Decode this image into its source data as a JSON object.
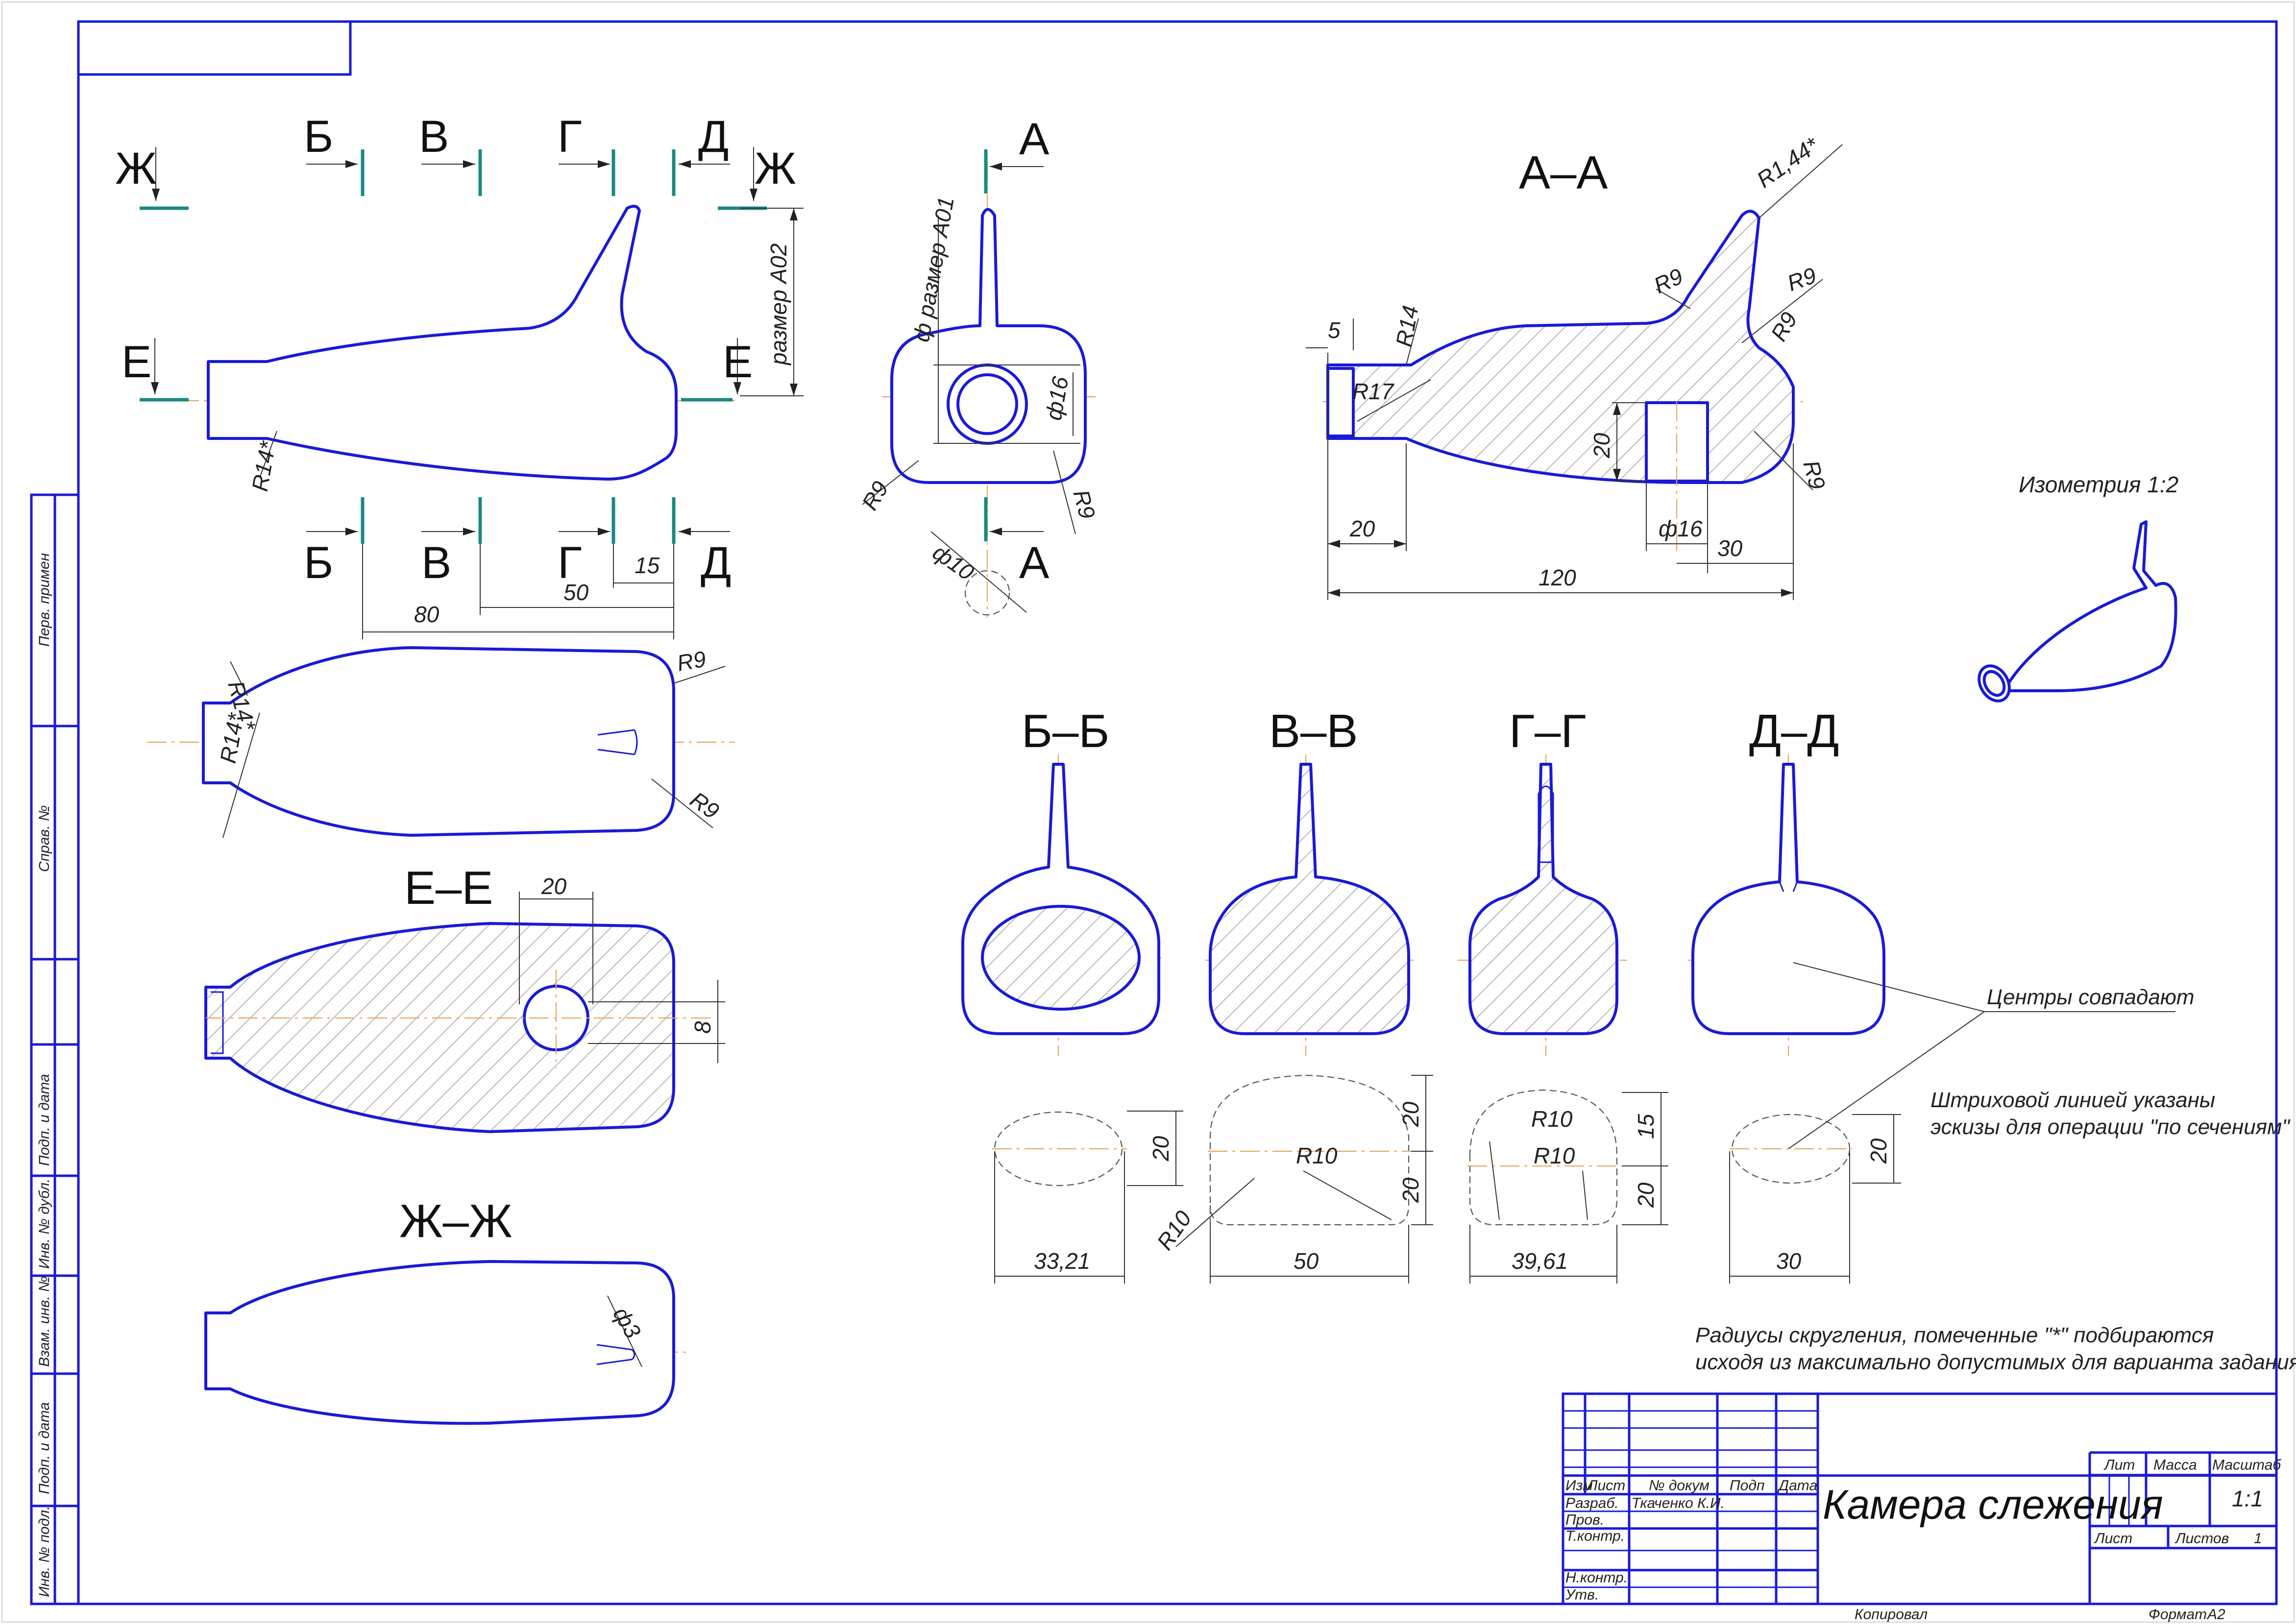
{
  "cut_letters": {
    "b": "Б",
    "v": "В",
    "g": "Г",
    "d": "Д",
    "zh": "Ж",
    "e": "Е",
    "a": "А"
  },
  "section_titles": {
    "aa": "А–А",
    "bb": "Б–Б",
    "vv": "В–В",
    "gg": "Г–Г",
    "dd": "Д–Д",
    "ee": "Е–Е",
    "zhzh": "Ж–Ж"
  },
  "dimensions": {
    "size_a02": "размер А02",
    "size_a01": "ф размер А01",
    "r14_star": "R14*",
    "r14": "R14",
    "r17": "R17",
    "r9": "R9",
    "r144_star": "R1,44*",
    "d16": "ф16",
    "d10": "ф10",
    "d3": "ф3",
    "d_5": "5",
    "d_20": "20",
    "d_30": "30",
    "d_120": "120",
    "d_80": "80",
    "d_50": "50",
    "d_15": "15",
    "d_8": "8",
    "r10": "R10",
    "d_3321": "33,21",
    "d_3961": "39,61"
  },
  "isometry_label": "Изометрия 1:2",
  "notes": {
    "centers": "Центры совпадают",
    "dashed_1": "Штриховой линией указаны",
    "dashed_2": "эскизы для операции \"по сечениям\"",
    "radii_1": "Радиусы скругления, помеченные \"*\" подбираются",
    "radii_2": "исходя из максимально допустимых для варианта задания"
  },
  "left_strip": [
    "Перв. примен",
    "Справ. №",
    "Подп. и дата",
    "Инв. № дубл.",
    "Взам. инв. №",
    "Подп. и дата",
    "Инв. № подл."
  ],
  "title_block": {
    "headers": [
      "Изм",
      "Лист",
      "№ докум",
      "Подп",
      "Дата"
    ],
    "rows": [
      "Разраб.",
      "Пров.",
      "Т.контр.",
      "Н.контр.",
      "Утв."
    ],
    "developer": "Ткаченко К.И.",
    "title": "Камера слежения",
    "lit": "Лит",
    "mass": "Масса",
    "scale_label": "Масштаб",
    "scale": "1:1",
    "sheet": "Лист",
    "sheets": "Листов",
    "sheets_count": "1",
    "copied": "Копировал",
    "format_label": "Формат",
    "format": "А2"
  }
}
